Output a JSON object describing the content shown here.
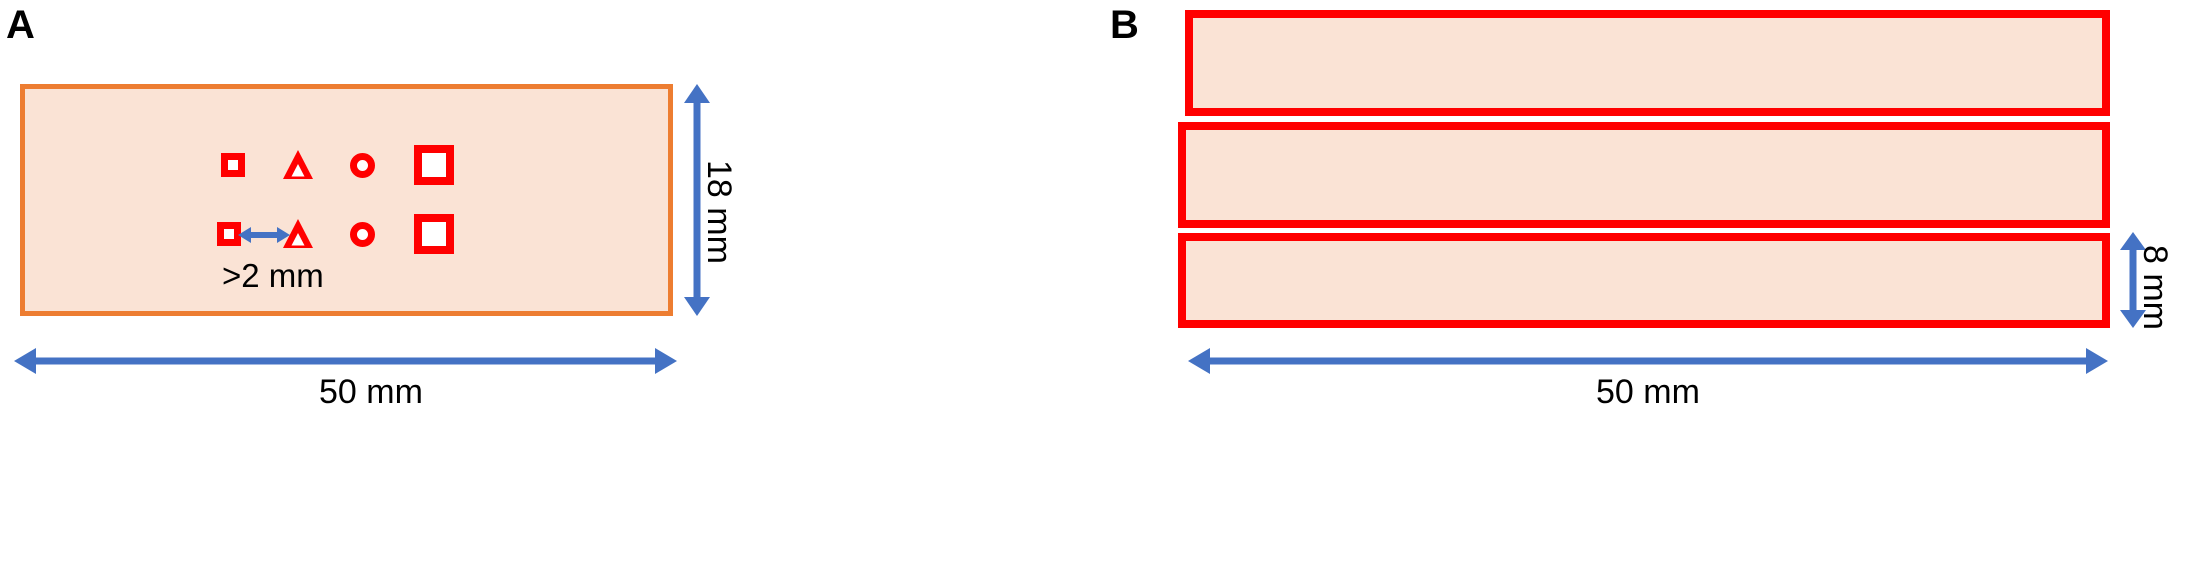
{
  "figure": {
    "background_color": "#ffffff",
    "accent_blue": "#4472c4",
    "marker_red": "#ff0000",
    "plate_fill": "#fae3d5",
    "plate_a_border": "#ed7d31",
    "strip_border": "#ff0000"
  },
  "panel_a": {
    "letter": "A",
    "plate": {
      "name": "sample-plate",
      "width_label": "50 mm",
      "height_label": "18 mm"
    },
    "markers": [
      {
        "shape": "small-square",
        "row": 1,
        "col": 1
      },
      {
        "shape": "triangle",
        "row": 1,
        "col": 2
      },
      {
        "shape": "circle",
        "row": 1,
        "col": 3
      },
      {
        "shape": "large-square",
        "row": 1,
        "col": 4
      },
      {
        "shape": "small-square",
        "row": 2,
        "col": 1
      },
      {
        "shape": "triangle",
        "row": 2,
        "col": 2
      },
      {
        "shape": "circle",
        "row": 2,
        "col": 3
      },
      {
        "shape": "large-square",
        "row": 2,
        "col": 4
      }
    ],
    "spacing_note": ">2 mm",
    "width_dimension": "50 mm",
    "height_dimension": "18 mm"
  },
  "panel_b": {
    "letter": "B",
    "strips": [
      {
        "index": 1
      },
      {
        "index": 2
      },
      {
        "index": 3
      }
    ],
    "strip_height_dimension": "8 mm",
    "width_dimension": "50 mm"
  }
}
